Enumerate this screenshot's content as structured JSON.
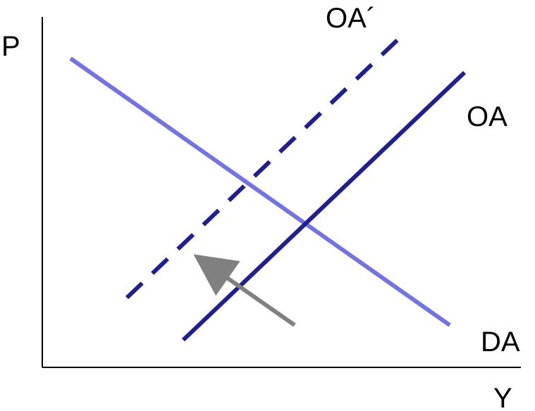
{
  "axes": {
    "y_label": "P",
    "x_label": "Y"
  },
  "curves": {
    "oa_shifted": {
      "label": "OA´",
      "color": "#1f1f8f",
      "style": "dashed"
    },
    "oa": {
      "label": "OA",
      "color": "#1f1f8f",
      "style": "solid"
    },
    "da": {
      "label": "DA",
      "color": "#7474e0",
      "style": "solid"
    }
  },
  "shift_arrow": {
    "color": "#808080",
    "direction": "up-left"
  }
}
